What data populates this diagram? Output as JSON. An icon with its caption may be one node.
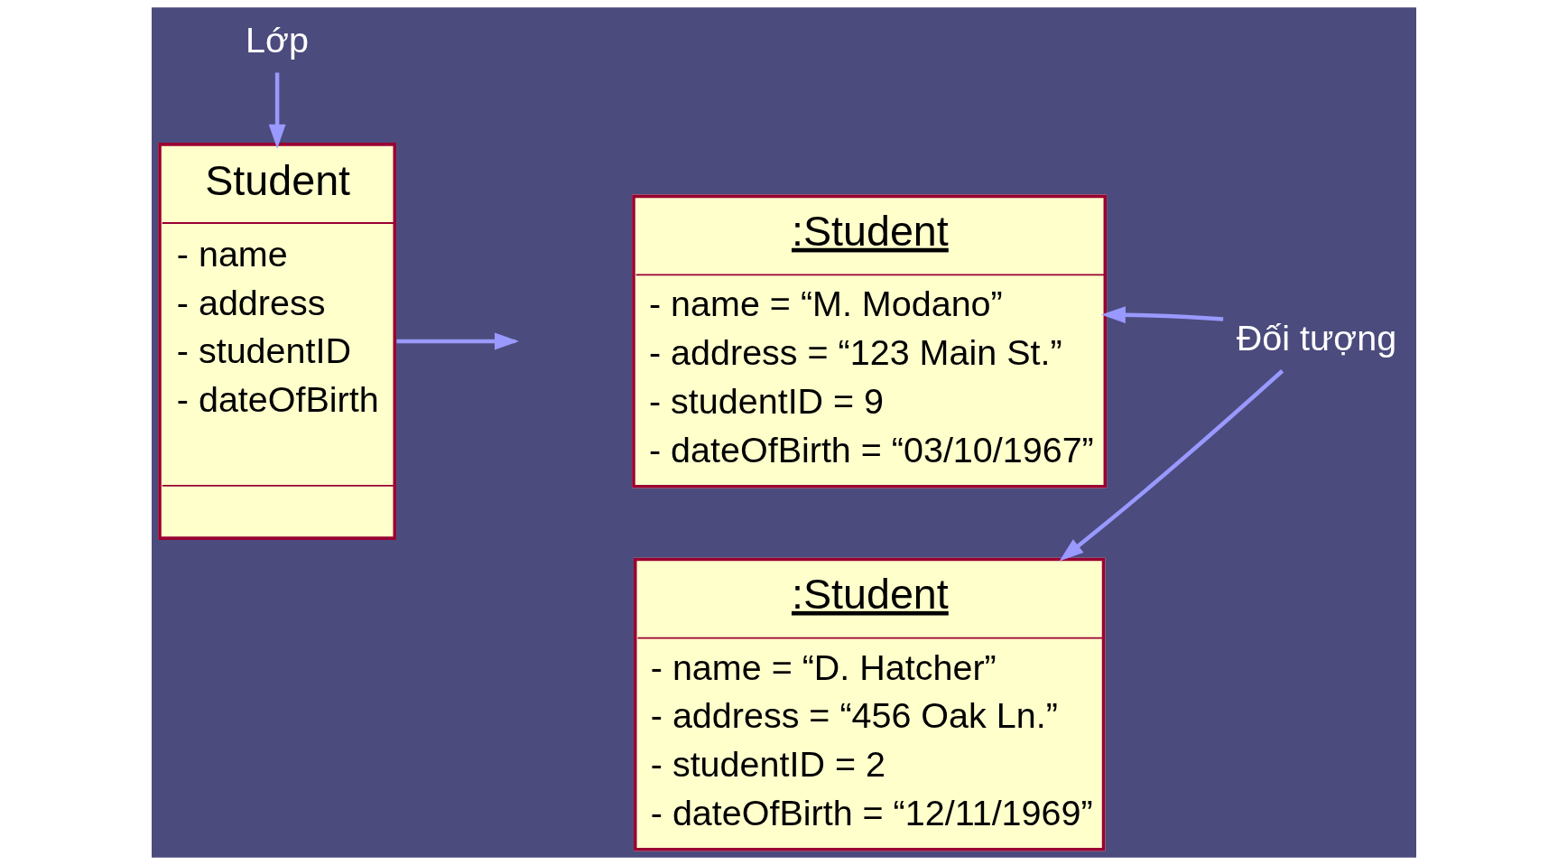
{
  "diagram": {
    "nodes": [
      {
        "text": [
          "Lớp"
        ]
      },
      {
        "text": [
          "Student",
          "- name",
          "- address",
          "- studentID",
          "- dateOfBirth"
        ]
      },
      {
        "text": [
          ":Student",
          "- name = “M. Modano”",
          "- address = “123 Main St.”",
          "- studentID = 9",
          "- dateOfBirth = “03/10/1967”"
        ]
      },
      {
        "text": [
          ":Student",
          "- name = “D. Hatcher”",
          "- address = “456 Oak Ln.”",
          "- studentID = 2",
          "- dateOfBirth = “12/11/1969”"
        ]
      },
      {
        "text": [
          "Đối tượng"
        ]
      }
    ],
    "edges": [
      {
        "from": 0,
        "to": 1,
        "arrow": "to"
      },
      {
        "from": 1,
        "to": null,
        "arrow": "to"
      },
      {
        "from": 4,
        "to": 2,
        "arrow": "to"
      },
      {
        "from": 4,
        "to": 3,
        "arrow": "to"
      }
    ]
  }
}
